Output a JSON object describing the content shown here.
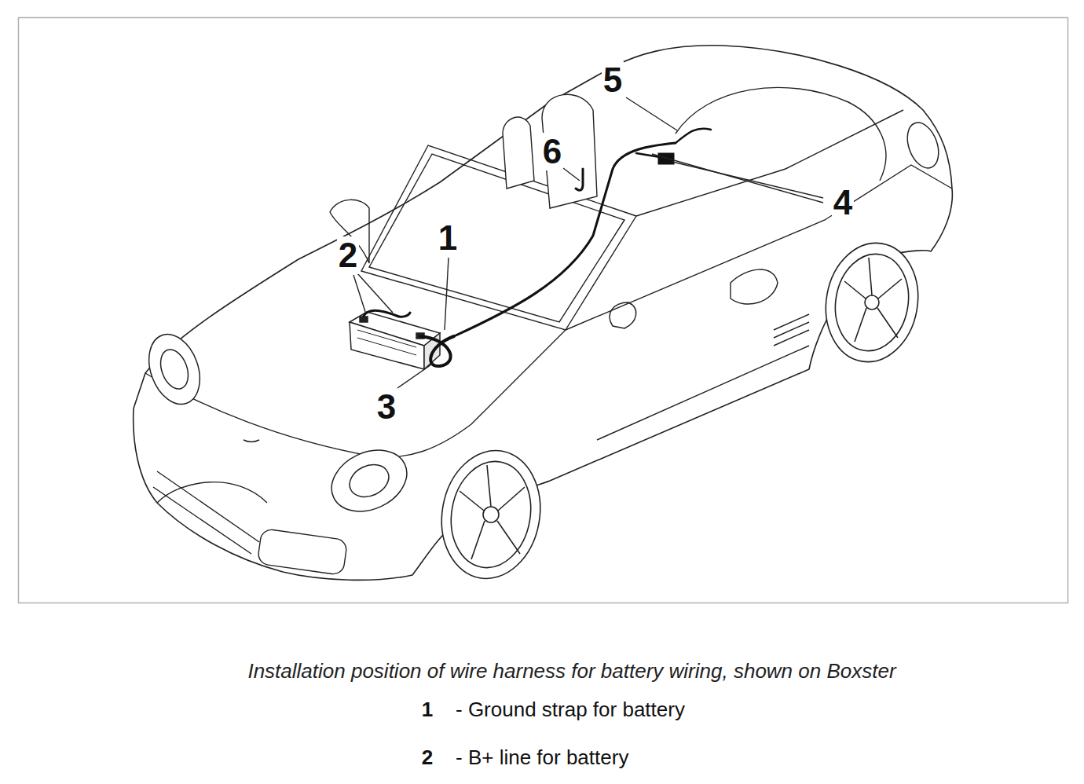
{
  "diagram": {
    "caption": "Installation position of wire harness for battery wiring, shown on Boxster",
    "labels": [
      "5",
      "6",
      "4",
      "2",
      "1",
      "3",
      "1",
      "- Ground strap for battery",
      "2",
      "- B+ line for battery"
    ]
  }
}
